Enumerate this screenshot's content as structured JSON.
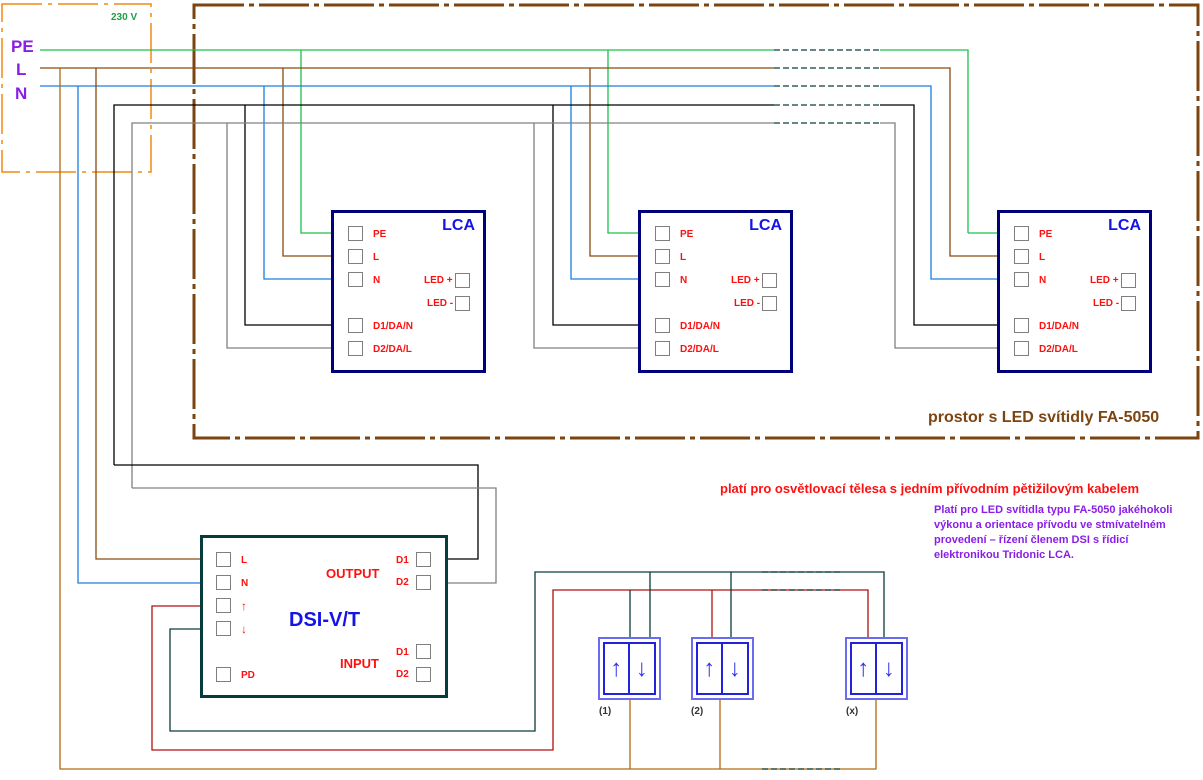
{
  "supply": {
    "voltage": "230 V",
    "phases": [
      "PE",
      "L",
      "N"
    ]
  },
  "area": {
    "label": "prostor s LED svítidly FA-5050"
  },
  "lca_units": [
    {
      "title": "LCA",
      "left_terminals": [
        "PE",
        "L",
        "N",
        "D1/DA/N",
        "D2/DA/L"
      ],
      "right_terminals": [
        "LED +",
        "LED -"
      ]
    },
    {
      "title": "LCA",
      "left_terminals": [
        "PE",
        "L",
        "N",
        "D1/DA/N",
        "D2/DA/L"
      ],
      "right_terminals": [
        "LED +",
        "LED -"
      ]
    },
    {
      "title": "LCA",
      "left_terminals": [
        "PE",
        "L",
        "N",
        "D1/DA/N",
        "D2/DA/L"
      ],
      "right_terminals": [
        "LED +",
        "LED -"
      ]
    }
  ],
  "dsi": {
    "title": "DSI-V/T",
    "left_terminals": [
      "L",
      "N",
      "↑",
      "↓",
      "PD"
    ],
    "output_label": "OUTPUT",
    "input_label": "INPUT",
    "output_terminals": [
      "D1",
      "D2"
    ],
    "input_terminals": [
      "D1",
      "D2"
    ]
  },
  "switches": [
    {
      "label": "(1)",
      "up": "↑",
      "down": "↓"
    },
    {
      "label": "(2)",
      "up": "↑",
      "down": "↓"
    },
    {
      "label": "(x)",
      "up": "↑",
      "down": "↓"
    }
  ],
  "notes": {
    "heading": "platí pro osvětlovací tělesa s jedním přívodním pětižilovým kabelem",
    "description": "Platí pro LED svítidla typu FA-5050 jakéhokoli výkonu a orientace přívodu ve stmívatelném provedení – řízení členem DSI s řídicí elektronikou Tridonic LCA."
  },
  "colors": {
    "pe": "#1cc04a",
    "l": "#8a4a10",
    "n": "#1a7fe0",
    "d1": "#000000",
    "d2": "#808080",
    "terminal_lead": "#0a3c3c",
    "switch_phase": "#b01010",
    "switch_return": "#b06a10",
    "supply_box": "#f08a10",
    "area_border": "#7b4410",
    "lca_border": "#00007a",
    "label_red": "#ff1010",
    "label_purple": "#8a1ee6"
  }
}
